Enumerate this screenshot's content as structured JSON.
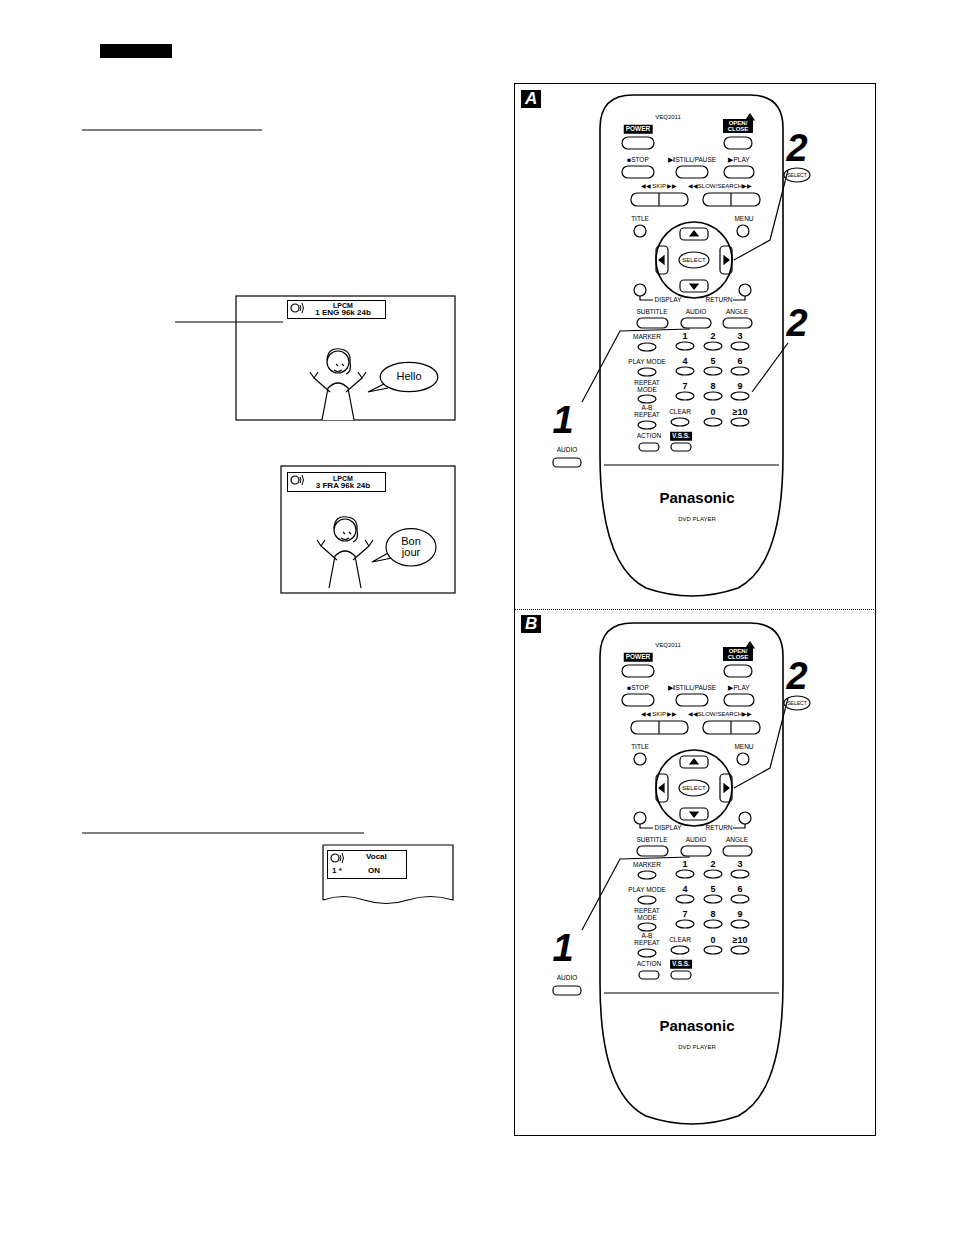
{
  "diagram": {
    "nodes": [
      {
        "text": [
          "LPCM",
          "1 ENG 96k 24b"
        ]
      },
      {
        "text": [
          "Hello"
        ]
      },
      {
        "text": [
          "LPCM",
          "3 FRA 96k 24b"
        ]
      },
      {
        "text": [
          "Bon jour"
        ]
      },
      {
        "text": [
          "Vocal",
          "1 *",
          "ON"
        ]
      },
      {
        "text": [
          "A"
        ]
      },
      {
        "text": [
          "B"
        ]
      }
    ],
    "labels": [
      "VEQ2011",
      "POWER",
      "OPEN/ CLOSE",
      "■STOP",
      "▶‖STILL/PAUSE",
      "▶PLAY",
      "◀◀ SKIP ▶▶",
      "◀◀SLOW/SEARCH▶▶",
      "TITLE",
      "MENU",
      "SELECT",
      "DISPLAY",
      "RETURN",
      "SUBTITLE",
      "AUDIO",
      "ANGLE",
      "MARKER",
      "1",
      "2",
      "3",
      "PLAY MODE",
      "4",
      "5",
      "6",
      "REPEAT MODE",
      "7",
      "8",
      "9",
      "A-B REPEAT",
      "CLEAR",
      "0",
      "≥10",
      "ACTION",
      "V.S.S.",
      "Panasonic",
      "DVD PLAYER",
      "2",
      "SELECT",
      "2",
      "1",
      "AUDIO",
      "VEQ2011",
      "POWER",
      "OPEN/ CLOSE",
      "■STOP",
      "▶‖STILL/PAUSE",
      "▶PLAY",
      "◀◀ SKIP ▶▶",
      "◀◀SLOW/SEARCH▶▶",
      "TITLE",
      "MENU",
      "SELECT",
      "DISPLAY",
      "RETURN",
      "SUBTITLE",
      "AUDIO",
      "ANGLE",
      "MARKER",
      "1",
      "2",
      "3",
      "PLAY MODE",
      "4",
      "5",
      "6",
      "REPEAT MODE",
      "7",
      "8",
      "9",
      "A-B REPEAT",
      "CLEAR",
      "0",
      "≥10",
      "ACTION",
      "V.S.S.",
      "Panasonic",
      "DVD PLAYER",
      "2",
      "SELECT",
      "1",
      "AUDIO"
    ]
  }
}
